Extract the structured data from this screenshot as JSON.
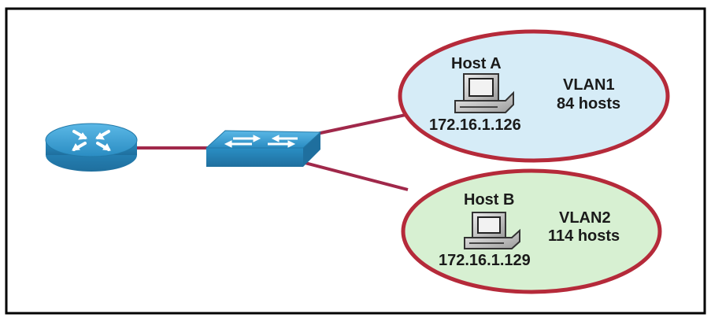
{
  "colors": {
    "border": "#000000",
    "link": "#a0284a",
    "device_blue": "#2f93c6",
    "vlan1_fill": "#d6ecf7",
    "vlan2_fill": "#d7f0d2",
    "vlan_ring": "#b52a3a"
  },
  "icons": {
    "router": "router-icon",
    "switch": "switch-icon",
    "host": "computer-icon"
  },
  "vlan1": {
    "host_name": "Host A",
    "vlan_name": "VLAN1",
    "hosts_count": "84 hosts",
    "ip": "172.16.1.126"
  },
  "vlan2": {
    "host_name": "Host B",
    "vlan_name": "VLAN2",
    "hosts_count": "114 hosts",
    "ip": "172.16.1.129"
  }
}
